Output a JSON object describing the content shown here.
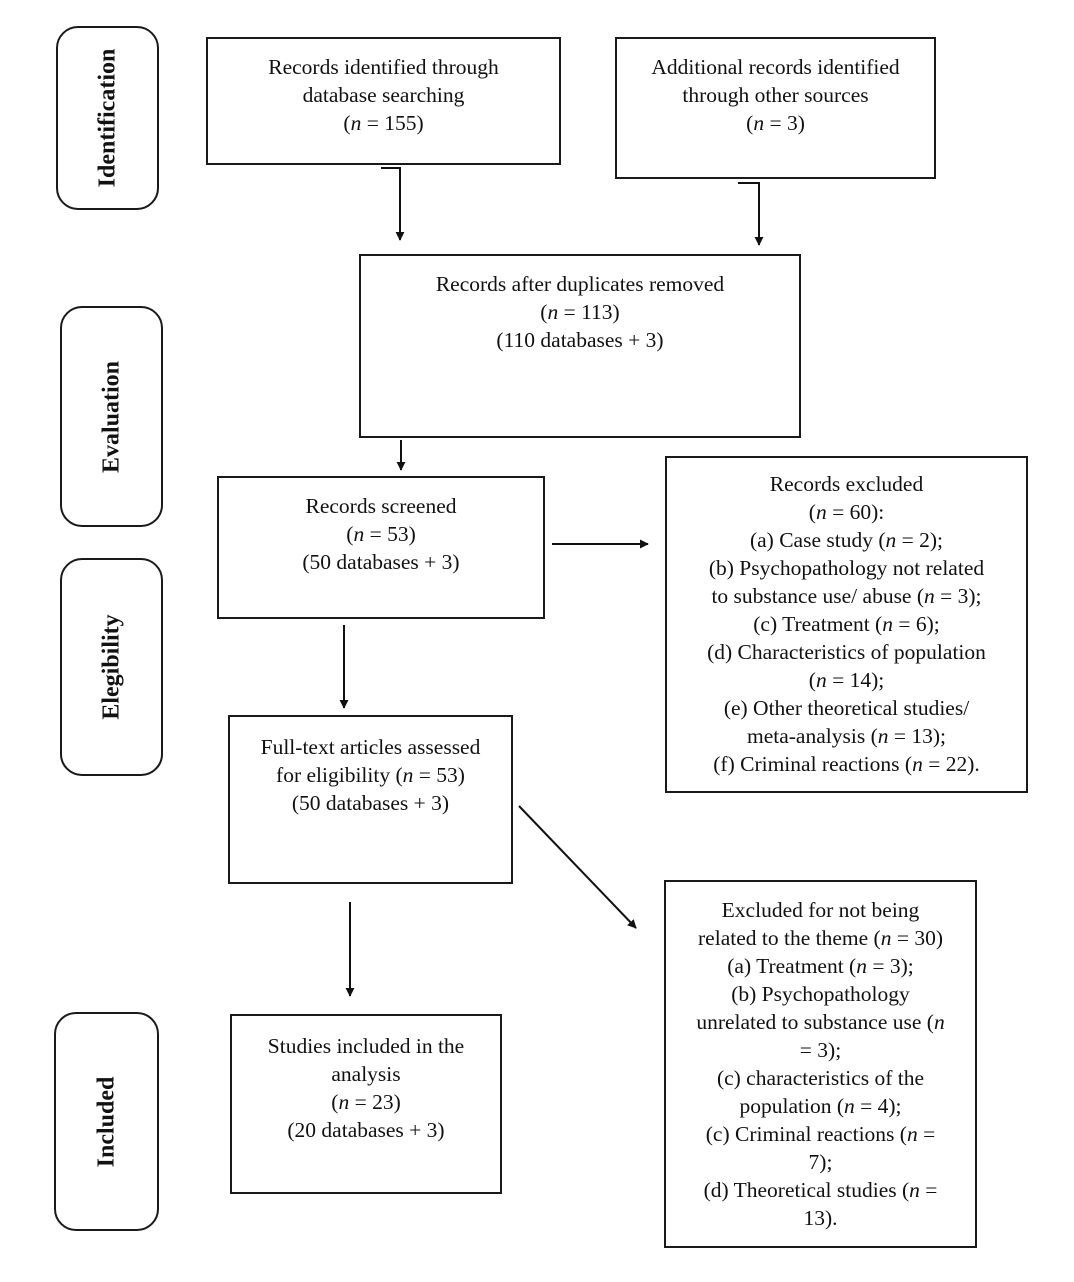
{
  "stages": {
    "identification": "Identification",
    "evaluation": "Evaluation",
    "elegibility": "Elegibility",
    "included": "Included"
  },
  "boxes": {
    "db_search": [
      "Records identified through",
      "database searching",
      "(n = 155)"
    ],
    "other_sources": [
      "Additional records identified",
      "through other sources",
      "(n = 3)"
    ],
    "after_duplicates": [
      "Records after duplicates removed",
      "(n = 113)",
      "(110 databases + 3)"
    ],
    "screened": [
      "Records screened",
      "(n = 53)",
      "(50 databases + 3)"
    ],
    "excluded_records": [
      "Records excluded",
      "(n = 60):",
      "(a) Case study (n = 2);",
      "(b) Psychopathology not related",
      "to substance use/ abuse (n = 3);",
      "(c) Treatment (n = 6);",
      "(d) Characteristics of population",
      "(n = 14);",
      "(e) Other theoretical studies/",
      "meta-analysis (n = 13);",
      "(f) Criminal reactions (n = 22)."
    ],
    "full_text": [
      "Full-text articles assessed",
      "for eligibility (n = 53)",
      "(50 databases + 3)"
    ],
    "excluded_theme": [
      "Excluded for not being",
      "related to the theme (n = 30)",
      "(a) Treatment (n = 3);",
      "(b) Psychopathology",
      "unrelated to substance use (n",
      "= 3);",
      "(c) characteristics of the",
      "population (n = 4);",
      "(c) Criminal reactions (n =",
      "7);",
      "(d) Theoretical studies (n =",
      "13)."
    ],
    "included_studies": [
      "Studies included in the",
      "analysis",
      "(n = 23)",
      "(20 databases + 3)"
    ]
  }
}
